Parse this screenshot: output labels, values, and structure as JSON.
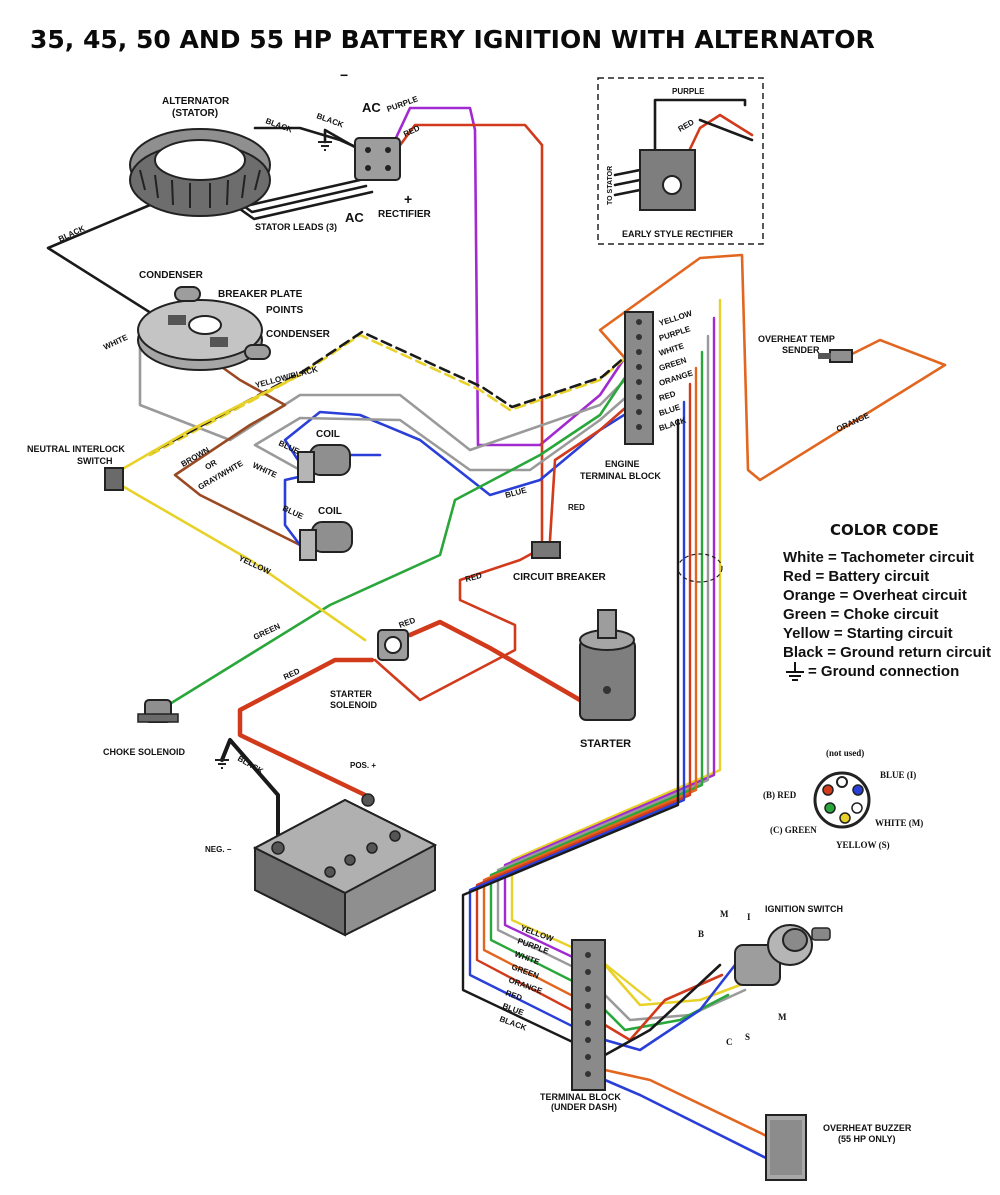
{
  "title": "35, 45, 50 AND 55 HP BATTERY IGNITION WITH ALTERNATOR",
  "colors": {
    "black": "#1a1a1a",
    "white": "#9a9a9a",
    "red": "#d23a1c",
    "purple": "#a12ad0",
    "yellow": "#e8d22a",
    "green": "#2aa73a",
    "orange": "#e2661f",
    "blue": "#2a3fd8",
    "brown": "#9a4a22",
    "component": "#8f8f8f",
    "component_dark": "#4a4a4a"
  },
  "components": {
    "alternator": "ALTERNATOR",
    "alternator_sub": "(STATOR)",
    "stator_leads": "STATOR LEADS (3)",
    "rectifier": "RECTIFIER",
    "ac_top": "AC",
    "ac_bottom": "AC",
    "minus": "−",
    "plus": "+",
    "early_rectifier": "EARLY STYLE RECTIFIER",
    "to_stator": "TO STATOR",
    "condenser_top": "CONDENSER",
    "breaker_plate": "BREAKER PLATE",
    "points": "POINTS",
    "condenser_right": "CONDENSER",
    "neutral_interlock_1": "NEUTRAL INTERLOCK",
    "neutral_interlock_2": "SWITCH",
    "coil_top": "COIL",
    "coil_bottom": "COIL",
    "engine_terminal_block_1": "ENGINE",
    "engine_terminal_block_2": "TERMINAL BLOCK",
    "overheat_temp_1": "OVERHEAT TEMP",
    "overheat_temp_2": "SENDER",
    "circuit_breaker": "CIRCUIT BREAKER",
    "starter": "STARTER",
    "starter_solenoid_1": "STARTER",
    "starter_solenoid_2": "SOLENOID",
    "choke_solenoid": "CHOKE SOLENOID",
    "battery_pos": "POS. +",
    "battery_neg": "NEG. −",
    "ignition_switch": "IGNITION SWITCH",
    "terminal_block_dash_1": "TERMINAL BLOCK",
    "terminal_block_dash_2": "(UNDER DASH)",
    "overheat_buzzer_1": "OVERHEAT BUZZER",
    "overheat_buzzer_2": "(55 HP ONLY)"
  },
  "wire_labels": {
    "black_stator": "BLACK",
    "black_rect": "BLACK",
    "purple_rect": "PURPLE",
    "red_rect": "RED",
    "black_left": "BLACK",
    "white_bp": "WHITE",
    "yellow_black": "YELLOW/BLACK",
    "brown": "BROWN",
    "or": "OR",
    "gray_white": "GRAY/WHITE",
    "blue_coil": "BLUE",
    "white_coil": "WHITE",
    "blue_coil2": "BLUE",
    "blue_mid": "BLUE",
    "red_cb": "RED",
    "red_cb_left": "RED",
    "yellow_left": "YELLOW",
    "green_left": "GREEN",
    "red_sol": "RED",
    "red_batt": "RED",
    "black_batt": "BLACK",
    "orange_sender": "ORANGE",
    "early_purple": "PURPLE",
    "early_red": "RED"
  },
  "engine_block_labels": [
    "YELLOW",
    "PURPLE",
    "WHITE",
    "GREEN",
    "ORANGE",
    "RED",
    "BLUE",
    "BLACK"
  ],
  "dash_block_labels": [
    "YELLOW",
    "PURPLE",
    "WHITE",
    "GREEN",
    "ORANGE",
    "RED",
    "BLUE",
    "BLACK"
  ],
  "color_code": {
    "heading": "COLOR CODE",
    "entries": [
      "White = Tachometer circuit",
      "Red = Battery circuit",
      "Orange = Overheat circuit",
      "Green = Choke circuit",
      "Yellow = Starting circuit",
      "Black = Ground return circuit",
      "= Ground connection"
    ]
  },
  "plug": {
    "not_used": "(not used)",
    "blue": "BLUE (I)",
    "red": "(B)  RED",
    "white": "WHITE (M)",
    "green": "(C) GREEN",
    "yellow": "YELLOW (S)"
  },
  "switch_terminals": {
    "m_top": "M",
    "i": "I",
    "b": "B",
    "c": "C",
    "s": "S",
    "m_right": "M"
  }
}
